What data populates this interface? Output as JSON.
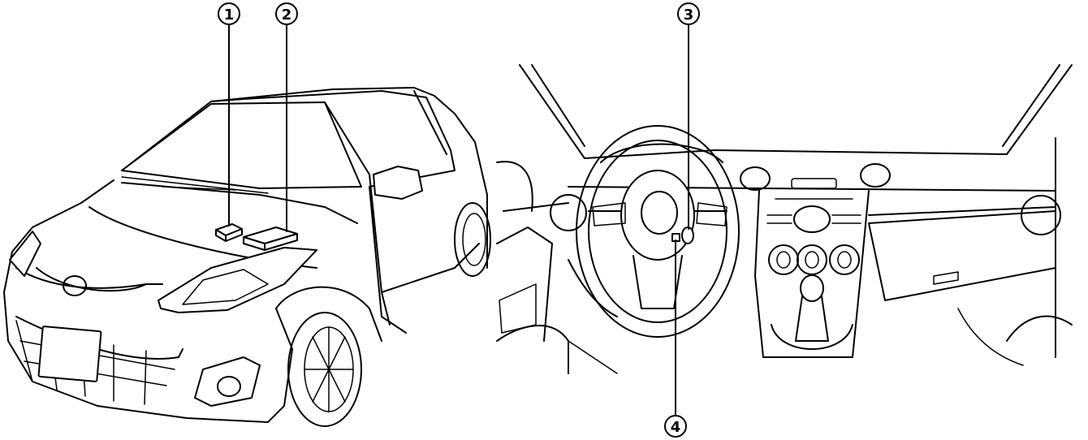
{
  "callouts": [
    {
      "id": "1",
      "label": "1"
    },
    {
      "id": "2",
      "label": "2"
    },
    {
      "id": "3",
      "label": "3"
    },
    {
      "id": "4",
      "label": "4"
    }
  ],
  "illustrations": {
    "exterior": {
      "icon": "car-exterior-front-view-illustration"
    },
    "interior": {
      "icon": "dashboard-interior-view-illustration"
    }
  }
}
